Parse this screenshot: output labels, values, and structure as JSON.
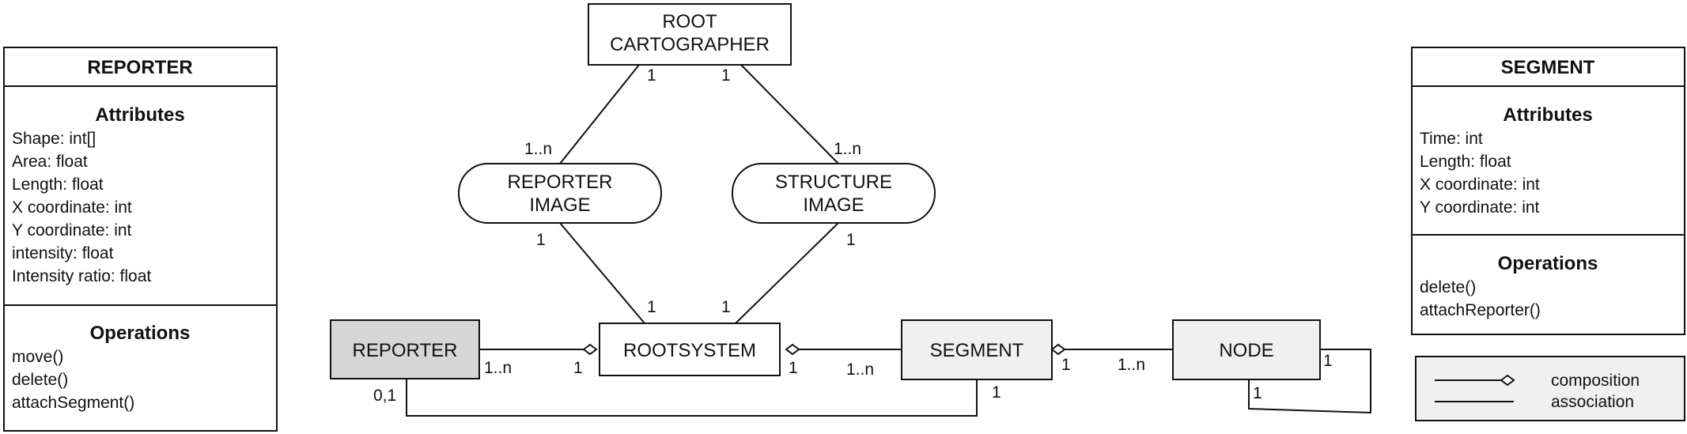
{
  "reporter_class": {
    "title": "REPORTER",
    "attributes_heading": "Attributes",
    "attributes": [
      "Shape: int[]",
      "Area: float",
      "Length: float",
      "X coordinate: int",
      "Y coordinate: int",
      "intensity: float",
      "Intensity ratio: float"
    ],
    "operations_heading": "Operations",
    "operations": [
      "move()",
      "delete()",
      "attachSegment()"
    ]
  },
  "segment_class": {
    "title": "SEGMENT",
    "attributes_heading": "Attributes",
    "attributes": [
      "Time: int",
      "Length: float",
      "X coordinate: int",
      "Y coordinate: int"
    ],
    "operations_heading": "Operations",
    "operations": [
      "delete()",
      "attachReporter()"
    ]
  },
  "nodes": {
    "root_cartographer": [
      "ROOT",
      "CARTOGRAPHER"
    ],
    "reporter_image": [
      "REPORTER",
      "IMAGE"
    ],
    "structure_image": [
      "STRUCTURE",
      "IMAGE"
    ],
    "reporter": "REPORTER",
    "rootsystem": "ROOTSYSTEM",
    "segment": "SEGMENT",
    "node": "NODE"
  },
  "multiplicities": {
    "rc_left": "1",
    "rc_right": "1",
    "ri_top": "1..n",
    "si_top": "1..n",
    "ri_bottom": "1",
    "si_bottom": "1",
    "rs_top_left": "1",
    "rs_top_right": "1",
    "rep_right": "1..n",
    "rs_left": "1",
    "rs_right": "1",
    "seg_left": "1..n",
    "seg_right": "1",
    "node_left": "1..n",
    "rep_bottom": "0,1",
    "seg_bottom": "1",
    "node_self_right": "1",
    "node_self_bottom": "1"
  },
  "legend": {
    "composition": "composition",
    "association": "association"
  },
  "colors": {
    "reporter_fill": "#d6d6d6",
    "segment_fill": "#f0f0f0",
    "node_fill": "#f0f0f0",
    "legend_fill": "#f0f0f0",
    "stroke": "#111111"
  }
}
